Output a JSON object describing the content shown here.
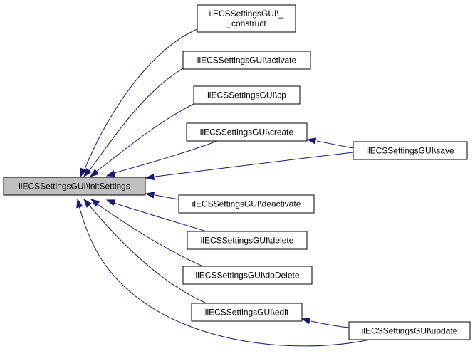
{
  "graph": {
    "nodes": [
      {
        "id": "initSettings",
        "lines": [
          "ilECSSettingsGUI\\initSettings"
        ],
        "focus": true
      },
      {
        "id": "construct",
        "lines": [
          "ilECSSettingsGUI\\_",
          "_construct"
        ]
      },
      {
        "id": "activate",
        "lines": [
          "ilECSSettingsGUI\\activate"
        ]
      },
      {
        "id": "cp",
        "lines": [
          "ilECSSettingsGUI\\cp"
        ]
      },
      {
        "id": "create",
        "lines": [
          "ilECSSettingsGUI\\create"
        ]
      },
      {
        "id": "save",
        "lines": [
          "ilECSSettingsGUI\\save"
        ]
      },
      {
        "id": "deactivate",
        "lines": [
          "ilECSSettingsGUI\\deactivate"
        ]
      },
      {
        "id": "delete",
        "lines": [
          "ilECSSettingsGUI\\delete"
        ]
      },
      {
        "id": "doDelete",
        "lines": [
          "ilECSSettingsGUI\\doDelete"
        ]
      },
      {
        "id": "edit",
        "lines": [
          "ilECSSettingsGUI\\edit"
        ]
      },
      {
        "id": "update",
        "lines": [
          "ilECSSettingsGUI\\update"
        ]
      }
    ],
    "edges": [
      {
        "from": "construct",
        "to": "initSettings"
      },
      {
        "from": "activate",
        "to": "initSettings"
      },
      {
        "from": "cp",
        "to": "initSettings"
      },
      {
        "from": "create",
        "to": "initSettings"
      },
      {
        "from": "save",
        "to": "initSettings"
      },
      {
        "from": "save",
        "to": "create"
      },
      {
        "from": "deactivate",
        "to": "initSettings"
      },
      {
        "from": "delete",
        "to": "initSettings"
      },
      {
        "from": "doDelete",
        "to": "initSettings"
      },
      {
        "from": "edit",
        "to": "initSettings"
      },
      {
        "from": "update",
        "to": "initSettings"
      },
      {
        "from": "update",
        "to": "edit"
      }
    ],
    "colors": {
      "edge": "#191970",
      "focus_fill": "#bfbfbf",
      "node_fill": "#ffffff"
    }
  }
}
